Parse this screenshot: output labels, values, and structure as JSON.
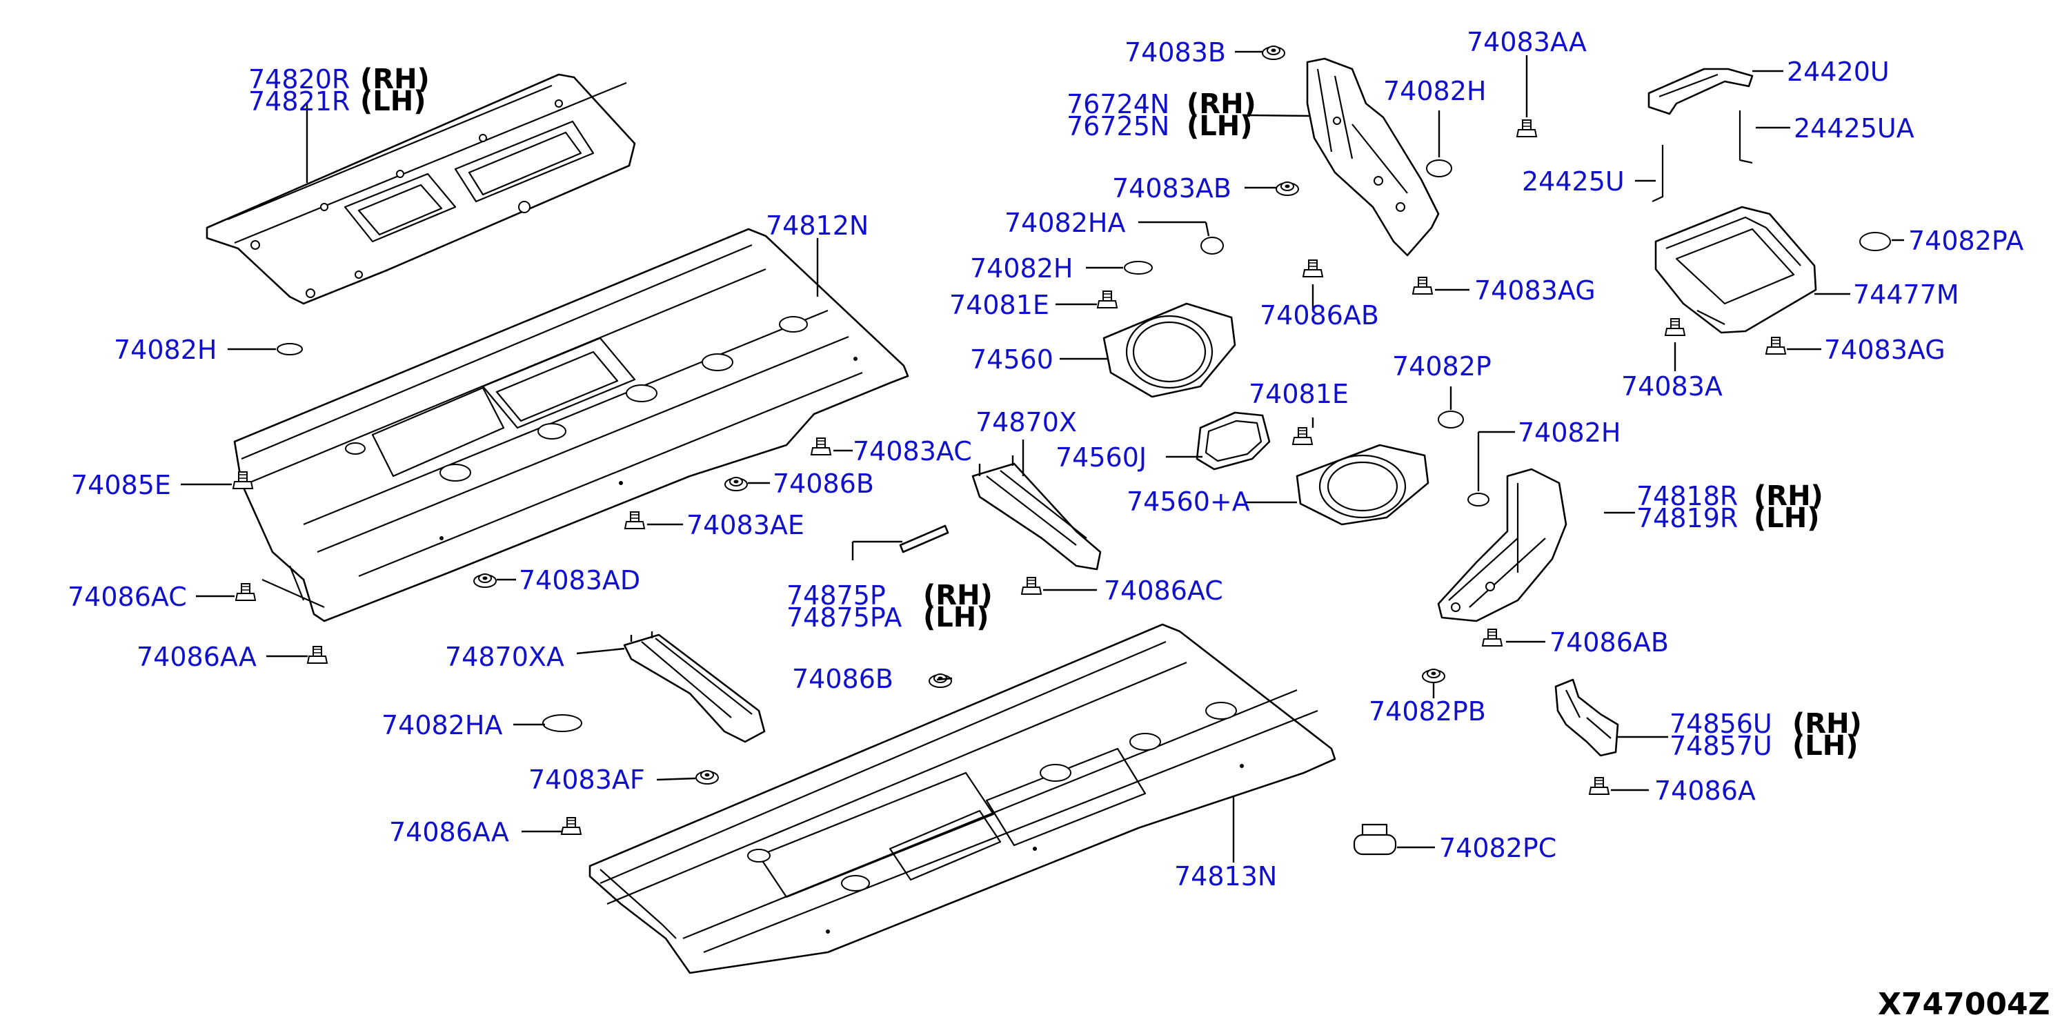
{
  "diagram_code": "X747004Z",
  "side_labels": {
    "rh": "(RH)",
    "lh": "(LH)"
  },
  "labels": {
    "p74820R": "74820R",
    "p74821R": "74821R",
    "p74812N": "74812N",
    "p74082H_a": "74082H",
    "p74085E": "74085E",
    "p74083AC": "74083AC",
    "p74086B_a": "74086B",
    "p74083AE": "74083AE",
    "p74083AD": "74083AD",
    "p74086AC_a": "74086AC",
    "p74086AA_a": "74086AA",
    "p74870XA": "74870XA",
    "p74082HA_a": "74082HA",
    "p74083AF": "74083AF",
    "p74086AA_b": "74086AA",
    "p74083B": "74083B",
    "p76724N": "76724N",
    "p76725N": "76725N",
    "p74083AB": "74083AB",
    "p74082HA_b": "74082HA",
    "p74082H_b": "74082H",
    "p74081E_a": "74081E",
    "p74560": "74560",
    "p74870X": "74870X",
    "p74560J": "74560J",
    "p74560A": "74560+A",
    "p74875P": "74875P",
    "p74875PA": "74875PA",
    "p74086AC_b": "74086AC",
    "p74086B_b": "74086B",
    "p74813N": "74813N",
    "p74083AA": "74083AA",
    "p74082H_c": "74082H",
    "p74086AB_a": "74086AB",
    "p74083AG_a": "74083AG",
    "p74082P": "74082P",
    "p74081E_b": "74081E",
    "p74082H_d": "74082H",
    "p74818R": "74818R",
    "p74819R": "74819R",
    "p74086AB_b": "74086AB",
    "p74082PB": "74082PB",
    "p74856U": "74856U",
    "p74857U": "74857U",
    "p74086A": "74086A",
    "p74082PC": "74082PC",
    "p24420U": "24420U",
    "p24425UA": "24425UA",
    "p24425U": "24425U",
    "p74082PA": "74082PA",
    "p74477M": "74477M",
    "p74083AG_b": "74083AG",
    "p74083A": "74083A"
  }
}
